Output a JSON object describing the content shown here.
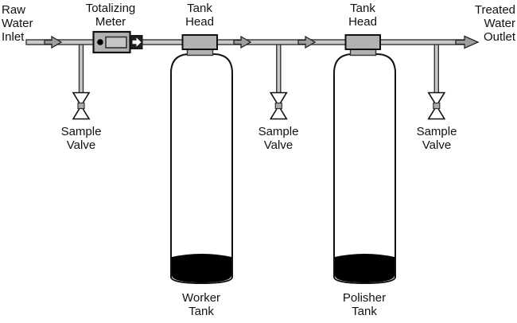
{
  "diagram": {
    "description": "Two-tank water treatment flow schematic",
    "labels": {
      "raw_water_inlet": "Raw\nWater\nInlet",
      "totalizing_meter": "Totalizing\nMeter",
      "tank_head_1": "Tank\nHead",
      "tank_head_2": "Tank\nHead",
      "treated_water_outlet": "Treated\nWater\nOutlet",
      "sample_valve_1": "Sample\nValve",
      "sample_valve_2": "Sample\nValve",
      "sample_valve_3": "Sample\nValve",
      "worker_tank": "Worker\nTank",
      "polisher_tank": "Polisher\nTank"
    },
    "colors": {
      "background": "#ffffff",
      "outline": "#1a1a1a",
      "pipe_fill": "#c9c9c9",
      "component_gray": "#b2b2b2",
      "meter_display_gray": "#c6c6c6",
      "flow_arrow_gray": "#9e9e9e",
      "meter_port_dark": "#1f1f1f",
      "tank_fill": "#ffffff",
      "tank_base": "#000000",
      "text": "#111111"
    },
    "flow_direction": "left-to-right"
  }
}
